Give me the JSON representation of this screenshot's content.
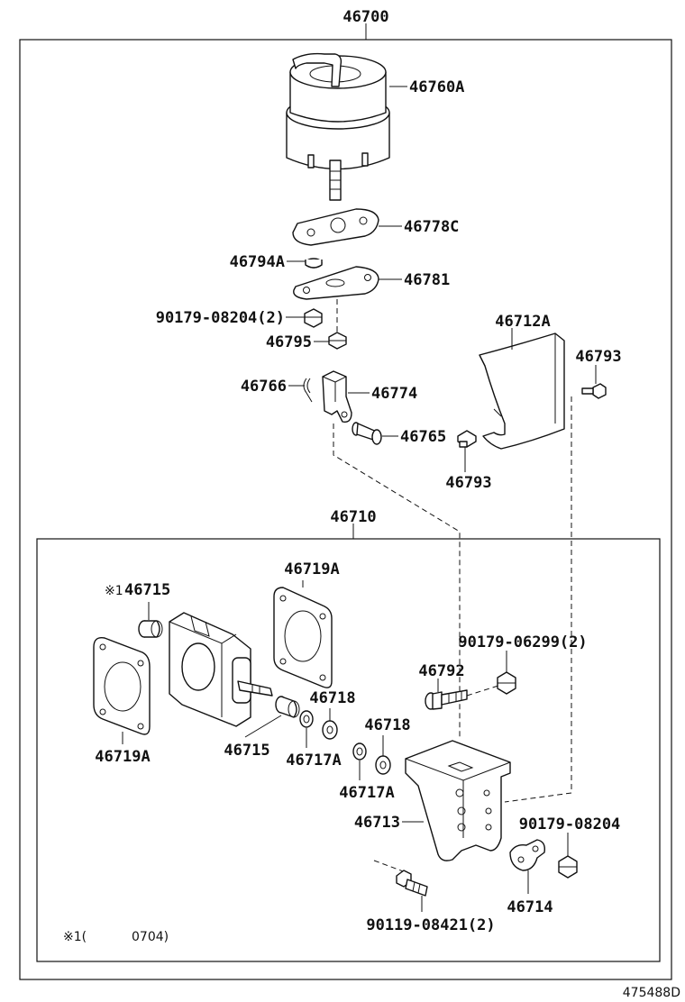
{
  "assembly": {
    "number": "46700"
  },
  "sub_assembly": {
    "number": "46710"
  },
  "part_labels": {
    "p46760A": "46760A",
    "p46778C": "46778C",
    "p46794A": "46794A",
    "p46781": "46781",
    "p90179_08204_2": "90179-08204(2)",
    "p46795": "46795",
    "p46712A": "46712A",
    "p46793_top": "46793",
    "p46766": "46766",
    "p46774": "46774",
    "p46765": "46765",
    "p46793_bottom": "46793",
    "p46719A_top": "46719A",
    "p46715_ref": "46715",
    "p90179_06299_2": "90179-06299(2)",
    "p46792": "46792",
    "p46718_a": "46718",
    "p46718_b": "46718",
    "p46715": "46715",
    "p46717A_a": "46717A",
    "p46717A_b": "46717A",
    "p46719A_left": "46719A",
    "p46713": "46713",
    "p90179_08204": "90179-08204",
    "p46714": "46714",
    "p90119_08421_2": "90119-08421(2)"
  },
  "reference_mark": "※1",
  "footnote": {
    "mark": "※1(",
    "text": "0704)"
  },
  "figure_id": "475488D"
}
